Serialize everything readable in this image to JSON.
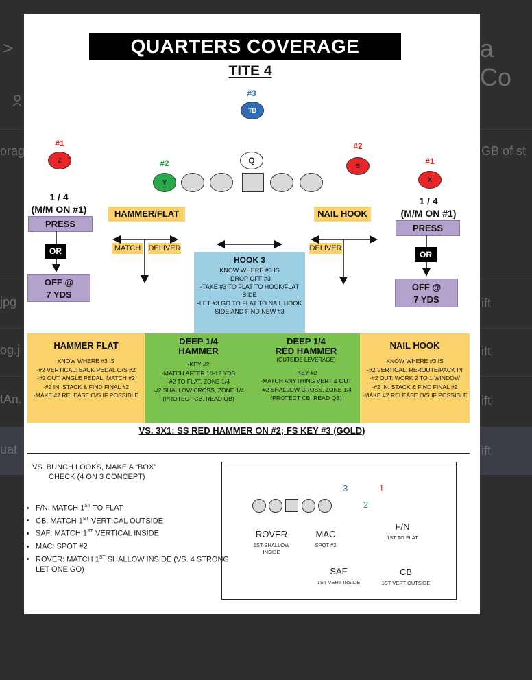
{
  "background": {
    "left_texts": [
      ">",
      "orag",
      "jpg",
      "og.j",
      "tAn.",
      "uat"
    ],
    "right_texts": [
      "a Co",
      "GB of st",
      "ift",
      "ift",
      "ift",
      "ift"
    ]
  },
  "sheet": {
    "title": "QUARTERS COVERAGE",
    "subtitle": "TITE 4",
    "players": {
      "tb": {
        "num": "#3",
        "label": "TB",
        "color": "#2f6db8"
      },
      "z": {
        "num": "#1",
        "label": "Z",
        "color": "#e8262a"
      },
      "y": {
        "num": "#2",
        "label": "Y",
        "color": "#2ca84c"
      },
      "q": {
        "label": "Q"
      },
      "s": {
        "num": "#2",
        "label": "S",
        "color": "#e8262a"
      },
      "x": {
        "num": "#1",
        "label": "X",
        "color": "#e8262a"
      }
    },
    "left_corner": {
      "frac": "1 / 4",
      "mm": "(M/M ON #1)",
      "press": "PRESS",
      "or": "OR",
      "off1": "OFF @",
      "off2": "7 YDS"
    },
    "right_corner": {
      "frac": "1 / 4",
      "mm": "(M/M ON #1)",
      "press": "PRESS",
      "or": "OR",
      "off1": "OFF @",
      "off2": "7 YDS"
    },
    "hammer_flat_label": "HAMMER/FLAT",
    "match_label": "MATCH",
    "deliver_left": "DELIVER",
    "nail_hook_label": "NAIL HOOK",
    "deliver_right": "DELIVER",
    "hook3": {
      "title": "HOOK 3",
      "lines": [
        "KNOW WHERE #3 IS",
        "-DROP OFF #3",
        "-TAKE #3 TO FLAT TO HOOK/FLAT",
        "SIDE",
        "-LET #3 GO TO FLAT TO NAIL HOOK",
        "SIDE AND FIND NEW #3"
      ]
    },
    "deep_tier": [
      {
        "title": [
          "HAMMER FLAT"
        ],
        "sub": "",
        "lines": [
          "KNOW WHERE #3 IS",
          "-#2 VERTICAL: BACK PEDAL O/S #2",
          "-#2 OUT: ANGLE PEDAL, MATCH #2",
          "-#2 IN: STACK & FIND FINAL #2",
          "-MAKE #2 RELEASE O/S IF POSSIBLE"
        ]
      },
      {
        "title": [
          "DEEP 1/4",
          "HAMMER"
        ],
        "sub": "",
        "lines": [
          "-KEY #2",
          "-MATCH AFTER 10-12 YDS",
          "-#2 TO FLAT, ZONE 1/4",
          "-#2 SHALLOW CROSS, ZONE 1/4",
          "(PROTECT CB, READ QB)"
        ]
      },
      {
        "title": [
          "DEEP 1/4",
          "RED HAMMER"
        ],
        "sub": "(OUTSIDE LEVERAGE)",
        "lines": [
          "-KEY #2",
          "-MATCH ANYTHING VERT & OUT",
          "-#2 SHALLOW CROSS, ZONE 1/4",
          "(PROTECT CB, READ QB)"
        ]
      },
      {
        "title": [
          "NAIL HOOK"
        ],
        "sub": "",
        "lines": [
          "KNOW WHERE #3 IS",
          "-#2 VERTICAL: REROUTE/PACK IN",
          "-#2 OUT: WORK 2 TO 1 WINDOW",
          "-#2 IN: STACK & FIND FINAL #2",
          "-MAKE #2 RELEASE O/S IF POSSIBLE"
        ]
      }
    ],
    "vs_note": "VS. 3X1: SS RED HAMMER ON #2; FS KEY #3 (GOLD)",
    "bunch": {
      "line1": "VS. BUNCH LOOKS, MAKE A “BOX”",
      "line2": "CHECK (4 ON 3 CONCEPT)",
      "bullets": [
        {
          "pre": "F/N: MATCH 1",
          "sup": "ST",
          "post": " TO FLAT"
        },
        {
          "pre": "CB: MATCH 1",
          "sup": "ST",
          "post": " VERTICAL OUTSIDE"
        },
        {
          "pre": "SAF: MATCH 1",
          "sup": "ST",
          "post": " VERTICAL INSIDE"
        },
        {
          "pre": "MAC: SPOT #2",
          "sup": "",
          "post": ""
        },
        {
          "pre": "ROVER: MATCH 1",
          "sup": "ST",
          "post": " SHALLOW INSIDE (VS. 4 STRONG, LET ONE GO)"
        }
      ]
    },
    "box_diagram": {
      "nums": {
        "three": "3",
        "one": "1",
        "two": "2"
      },
      "rover": {
        "name": "ROVER",
        "sub1": "1ST SHALLOW",
        "sub2": "INSIDE"
      },
      "mac": {
        "name": "MAC",
        "sub1": "SPOT #2"
      },
      "fn": {
        "name": "F/N",
        "sub1": "1ST TO FLAT"
      },
      "saf": {
        "name": "SAF",
        "sub1": "1ST VERT INSIDE"
      },
      "cb": {
        "name": "CB",
        "sub1": "1ST VERT OUTSIDE"
      }
    }
  }
}
